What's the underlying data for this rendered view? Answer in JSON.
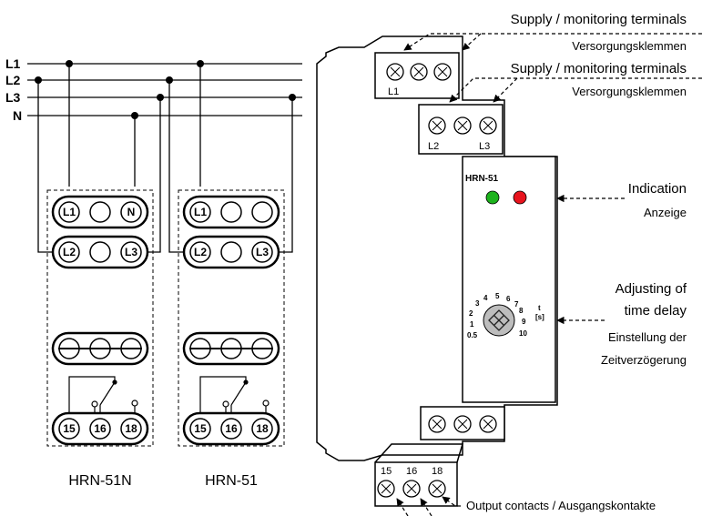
{
  "lines": {
    "l1": "L1",
    "l2": "L2",
    "l3": "L3",
    "n": "N"
  },
  "left_module": {
    "row1": [
      "L1",
      "",
      "N"
    ],
    "row2": [
      "L2",
      "",
      "L3"
    ],
    "contacts": [
      "15",
      "16",
      "18"
    ],
    "label": "HRN-51N"
  },
  "right_module": {
    "row1": [
      "L1",
      "",
      ""
    ],
    "row2": [
      "L2",
      "",
      "L3"
    ],
    "contacts": [
      "15",
      "16",
      "18"
    ],
    "label": "HRN-51"
  },
  "device": {
    "model": "HRN-51",
    "top_terminal_label": "L1",
    "mid_terminal_labels": [
      "L2",
      "L3"
    ],
    "bottom_terminal_labels": [
      "15",
      "16",
      "18"
    ],
    "dial_scale": [
      "0.5",
      "1",
      "2",
      "3",
      "4",
      "5",
      "6",
      "7",
      "8",
      "9",
      "10"
    ],
    "dial_unit": "t",
    "dial_unit2": "[s]",
    "led_colors": {
      "green": "#1db31d",
      "red": "#e8141e"
    }
  },
  "annotations": {
    "supply1_en": "Supply / monitoring terminals",
    "supply1_de": "Versorgungsklemmen",
    "supply2_en": "Supply / monitoring terminals",
    "supply2_de": "Versorgungsklemmen",
    "indication_en": "Indication",
    "indication_de": "Anzeige",
    "adjust_en1": "Adjusting of",
    "adjust_en2": "time delay",
    "adjust_de1": "Einstellung der",
    "adjust_de2": "Zeitverzögerung",
    "output": "Output contacts / Ausgangskontakte"
  }
}
